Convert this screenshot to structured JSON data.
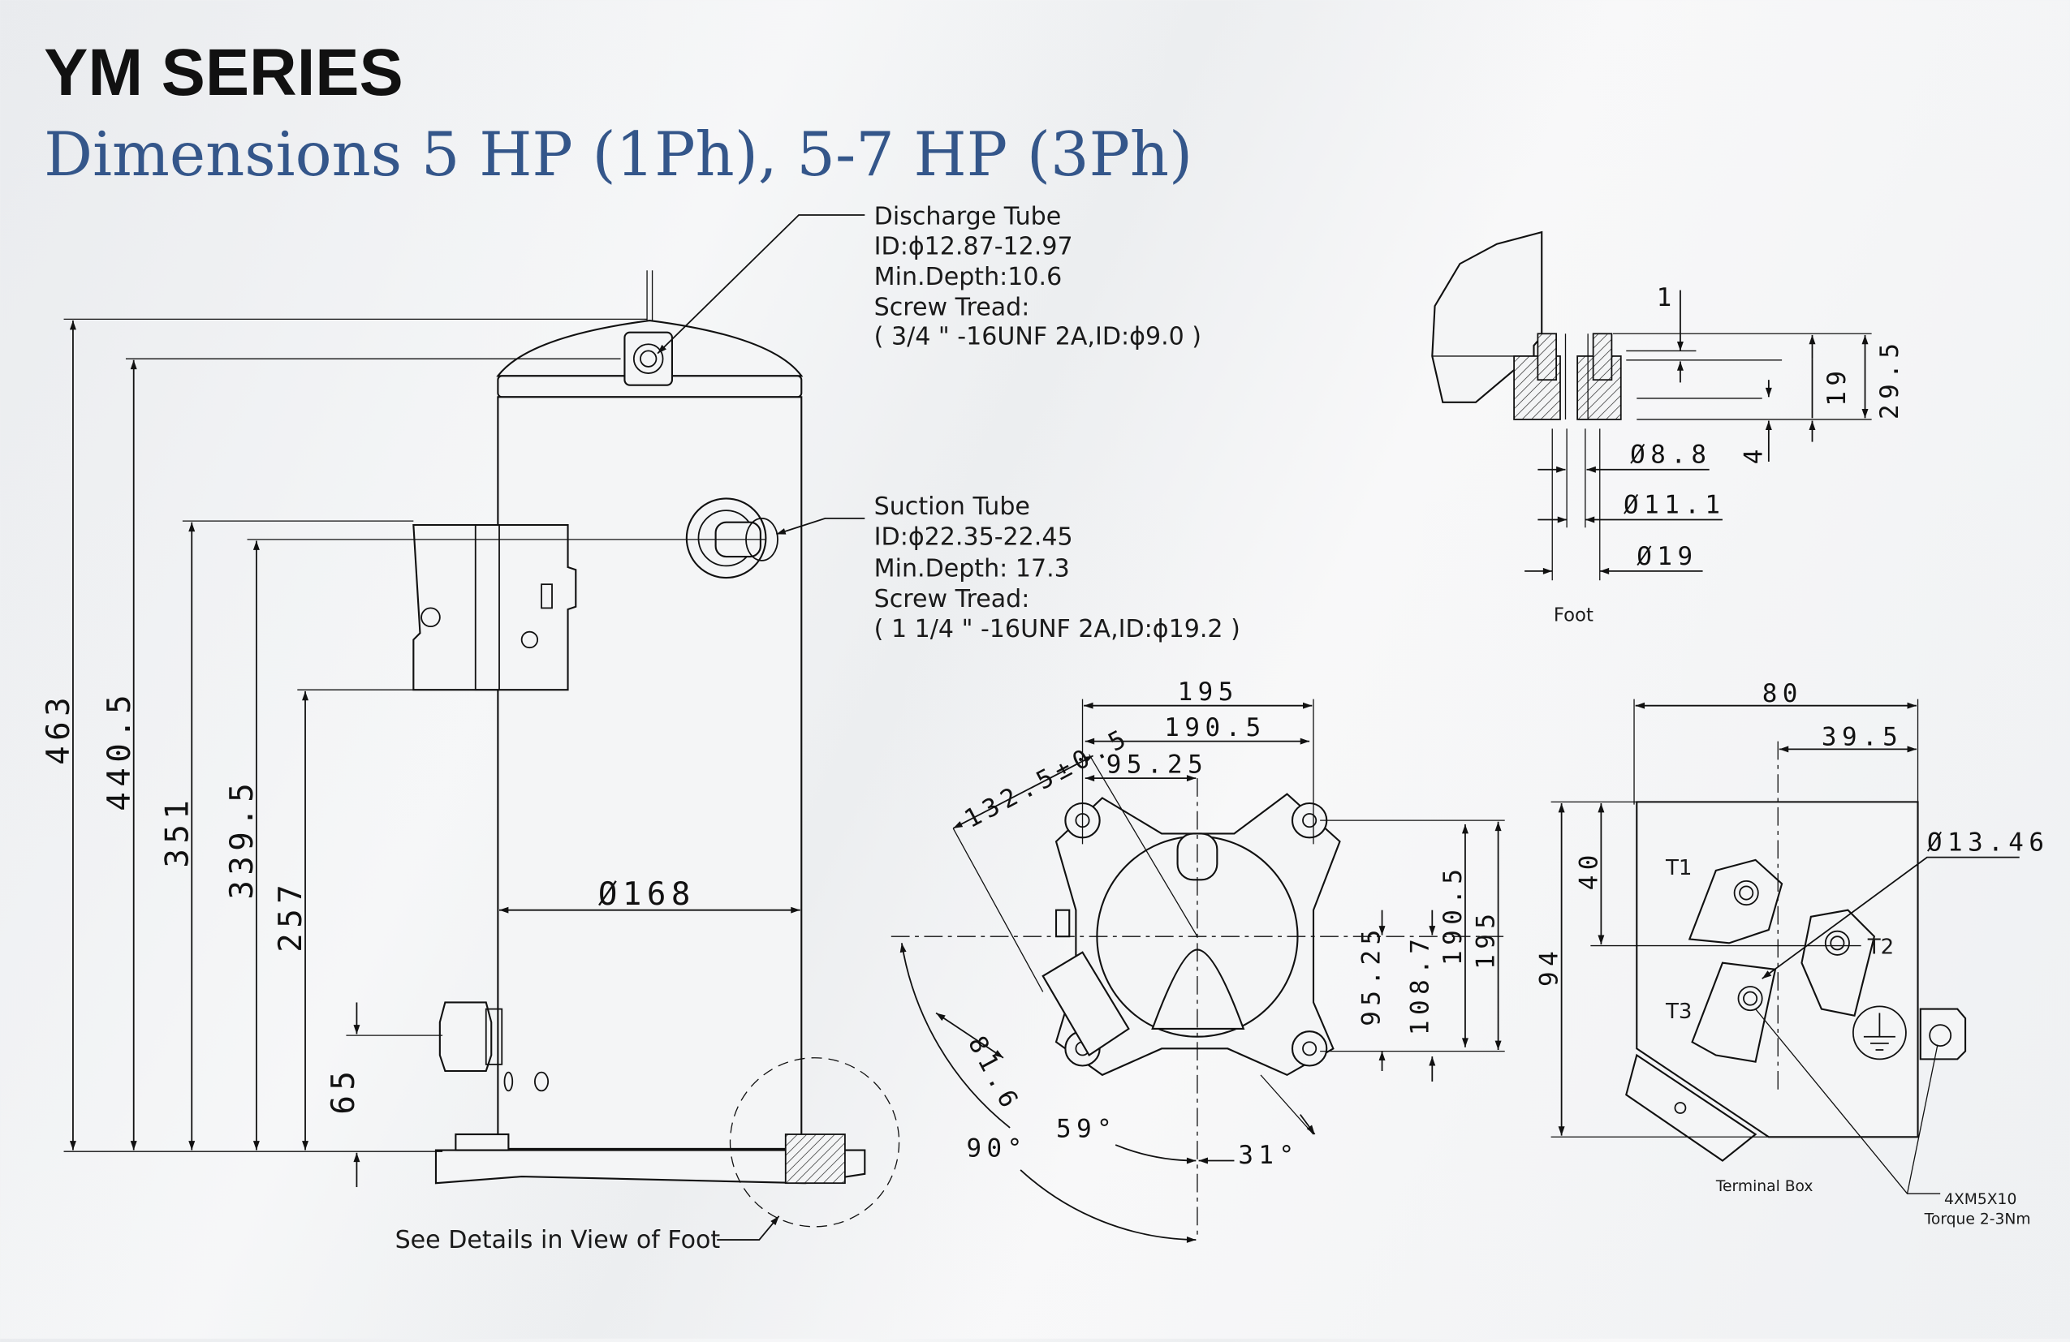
{
  "header": {
    "series": "YM SERIES",
    "subtitle": "Dimensions 5 HP (1Ph), 5-7 HP (3Ph)"
  },
  "colors": {
    "title": "#111111",
    "subtitle": "#34568a",
    "lines": "#111111"
  },
  "side_view": {
    "discharge": [
      "Discharge Tube",
      "ID:ϕ12.87-12.97",
      "Min.Depth:10.6",
      "Screw Tread:",
      "( 3/4 \" -16UNF 2A,ID:ϕ9.0 )"
    ],
    "suction": [
      "Suction Tube",
      "ID:ϕ22.35-22.45",
      "Min.Depth: 17.3",
      "Screw Tread:",
      "( 1 1/4 \" -16UNF 2A,ID:ϕ19.2 )"
    ],
    "dims": {
      "h463": "463",
      "h440": "440.5",
      "h351": "351",
      "h339": "339.5",
      "h257": "257",
      "h65": "65",
      "dia168": "Ø168"
    },
    "foot_note": "See Details in View of Foot"
  },
  "foot_view": {
    "label": "Foot",
    "dims": {
      "d1": "1",
      "d19": "19",
      "d29": "29.5",
      "d4": "4",
      "dia88": "Ø8.8",
      "dia111": "Ø11.1",
      "dia19": "Ø19"
    }
  },
  "bottom_view": {
    "dims": {
      "w195": "195",
      "w190": "190.5",
      "w95": "95.25",
      "r132": "132.5±0.5",
      "h195": "195",
      "h190": "190.5",
      "h108": "108.7",
      "h95": "95.25",
      "d816": "81.6",
      "a59": "59°",
      "a90": "90°",
      "a31": "31°"
    }
  },
  "terminal_box": {
    "label": "Terminal Box",
    "terminals": [
      "T1",
      "T2",
      "T3"
    ],
    "dims": {
      "w80": "80",
      "w39": "39.5",
      "h94": "94",
      "h40": "40",
      "dia": "Ø13.46"
    },
    "screws": "4XM5X10",
    "torque": "Torque 2-3Nm"
  }
}
